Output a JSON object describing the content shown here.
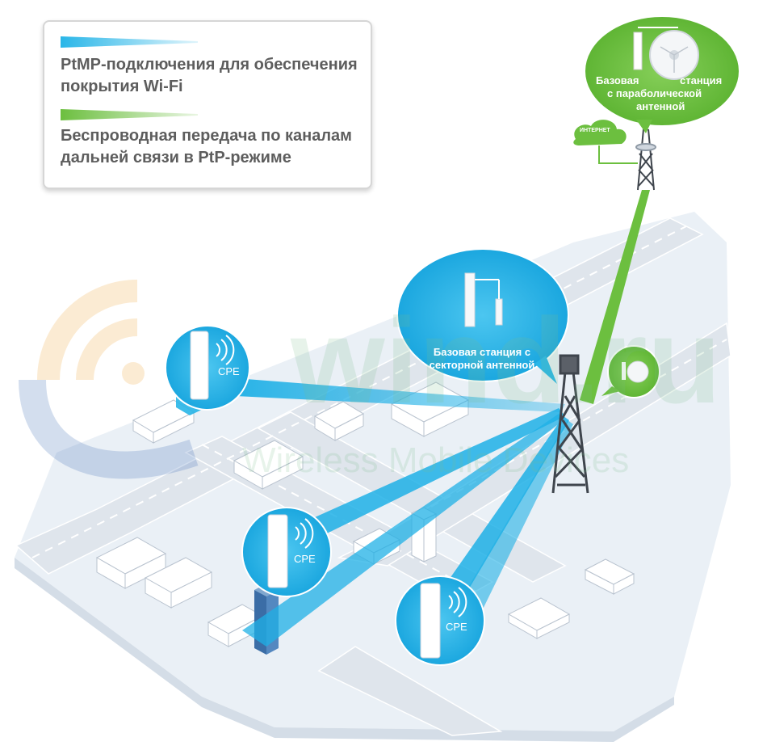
{
  "legend": {
    "ptmp_text": "PtMP-подключения для обеспечения покрытия Wi-Fi",
    "ptp_text": "Беспроводная передача по каналам дальней связи в PtP-режиме",
    "ptmp_color": "#29b6e8",
    "ptp_color": "#6cbf3f"
  },
  "diagram": {
    "parabolic_station_label_1": "Базовая",
    "parabolic_station_label_2": "станция",
    "parabolic_station_label_3": "с параболической",
    "parabolic_station_label_4": "антенной",
    "internet_label": "ИНТЕРНЕТ",
    "sector_station_label_1": "Базовая станция с",
    "sector_station_label_2": "секторной антенной",
    "cpe_1": "CPE",
    "cpe_2": "CPE",
    "cpe_3": "CPE"
  },
  "watermark": {
    "brand": "wind.ru",
    "tagline": "Wireless Mobile Devices"
  },
  "colors": {
    "ground": "#e9eef4",
    "road": "#dde3ea",
    "building": "#ffffff",
    "blue_bubble": "#29b6e8",
    "green_bubble": "#6cbf3f",
    "tower": "#4a4f57"
  }
}
